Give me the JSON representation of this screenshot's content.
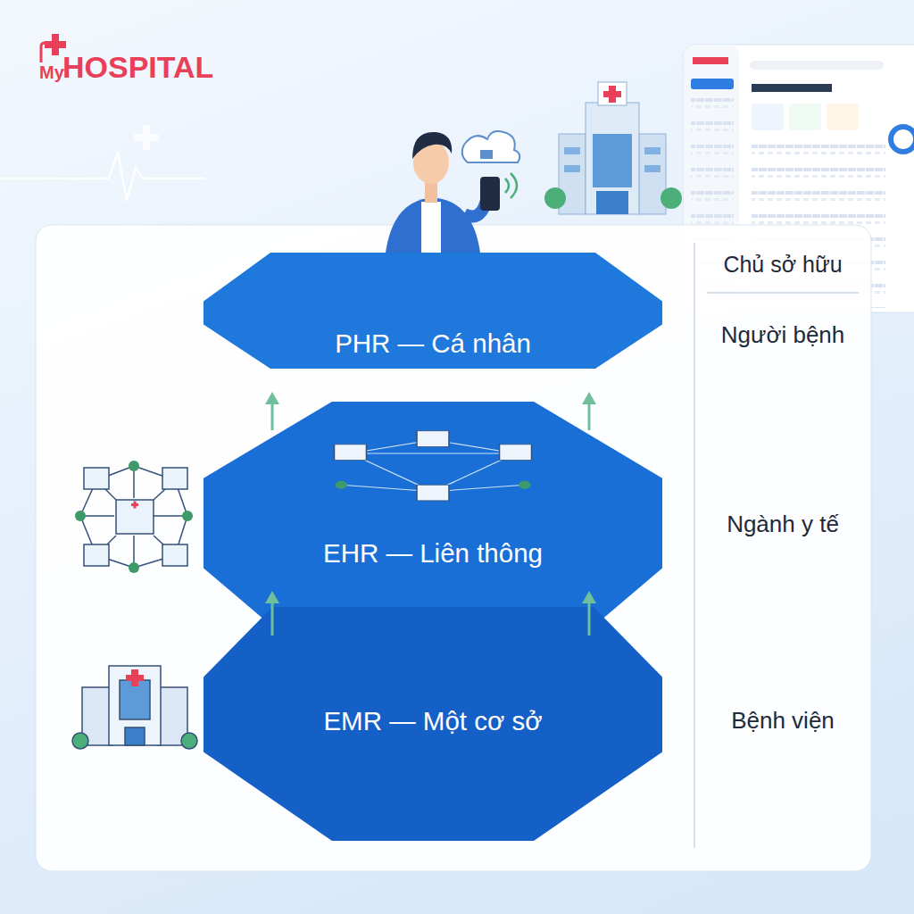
{
  "diagram": {
    "nodes": [
      {
        "text": [
          "PHR — Cá nhân"
        ]
      },
      {
        "text": [
          "EHR — Liên thông"
        ]
      },
      {
        "text": [
          "EMR — Một cơ sở"
        ]
      }
    ],
    "edges": [
      {
        "from": 1,
        "to": 0,
        "arrow": "to"
      },
      {
        "from": 1,
        "to": 0,
        "arrow": "to"
      },
      {
        "from": 2,
        "to": 1,
        "arrow": "to"
      },
      {
        "from": 2,
        "to": 1,
        "arrow": "to"
      }
    ],
    "labels": [
      "My",
      "HOSPITAL",
      "Chủ sở hữu",
      "Người bệnh",
      "Ngành y tế",
      "Bệnh viện"
    ]
  }
}
